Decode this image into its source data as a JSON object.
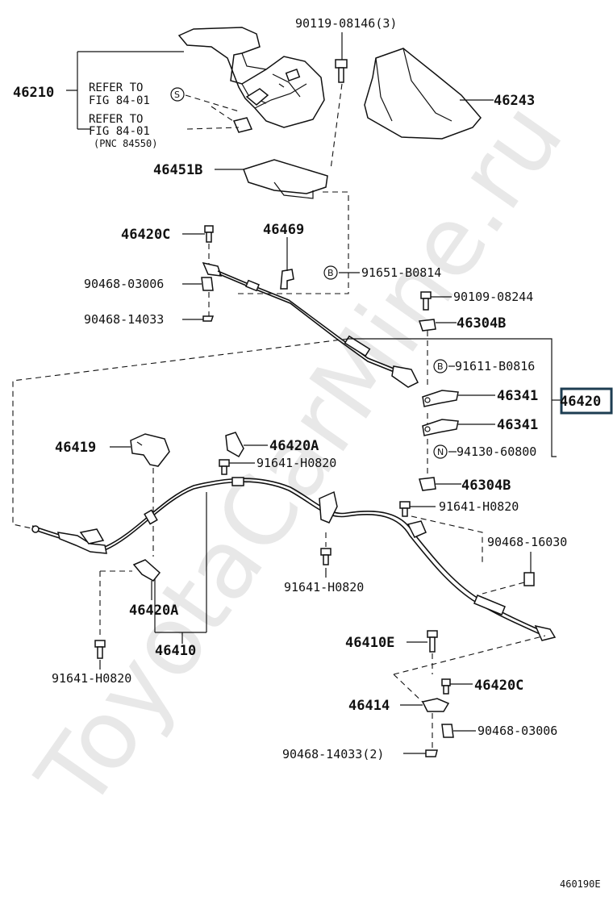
{
  "watermark": "ToyotaCarMine.ru",
  "figure_code": "460190E",
  "labels": {
    "p46210": "46210",
    "refer1_a": "REFER TO",
    "refer1_b": "FIG 84-01",
    "refer2_a": "REFER TO",
    "refer2_b": "FIG 84-01",
    "refer2_c": "(PNC 84550)",
    "p90119": "90119-08146(3)",
    "p46243": "46243",
    "p46451B": "46451B",
    "p46420C_top": "46420C",
    "p46469": "46469",
    "p91651": "91651-B0814",
    "p90468_03006_top": "90468-03006",
    "p90468_14033_top": "90468-14033",
    "p90109": "90109-08244",
    "p46304B_top": "46304B",
    "p91611": "91611-B0816",
    "p46341_a": "46341",
    "p46341_b": "46341",
    "p46420": "46420",
    "p94130": "94130-60800",
    "p46304B_bot": "46304B",
    "p46419": "46419",
    "p46420A_top": "46420A",
    "p91641_a": "91641-H0820",
    "p91641_b": "91641-H0820",
    "p90468_16030": "90468-16030",
    "p91641_c": "91641-H0820",
    "p46420A_bot": "46420A",
    "p46410": "46410",
    "p91641_d": "91641-H0820",
    "p46410E": "46410E",
    "p46420C_bot": "46420C",
    "p46414": "46414",
    "p90468_03006_bot": "90468-03006",
    "p90468_14033_bot": "90468-14033(2)"
  },
  "symbols": {
    "s": "S",
    "b1": "B",
    "b2": "B",
    "n": "N"
  }
}
